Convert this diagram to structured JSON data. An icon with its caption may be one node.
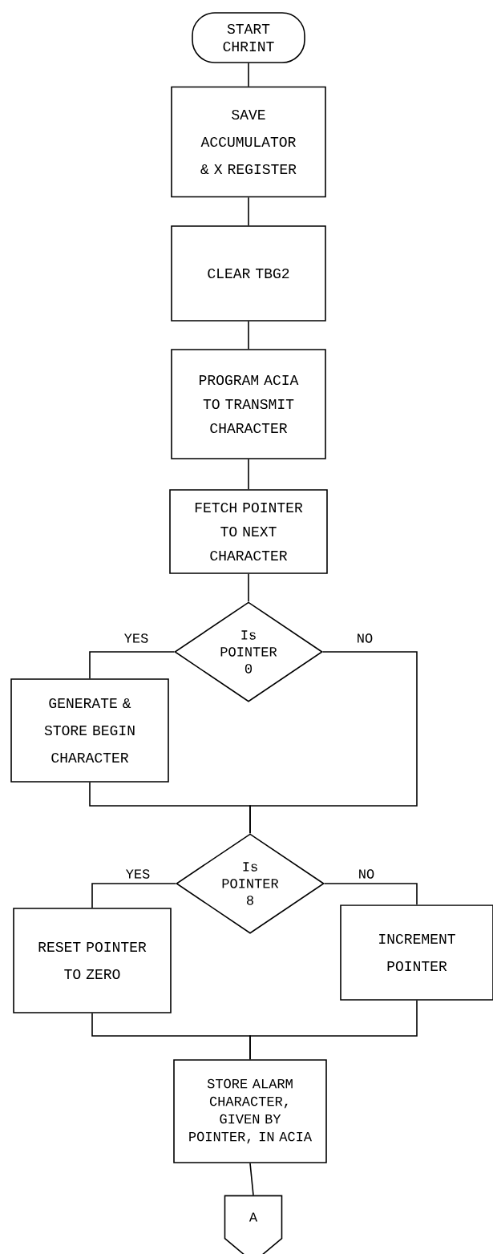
{
  "diagram": {
    "nodes": [
      {
        "text": [
          "START CHRINT"
        ]
      },
      {
        "text": [
          "SAVE ACCUMULATOR & X REGISTER"
        ]
      },
      {
        "text": [
          "CLEAR TBG2"
        ]
      },
      {
        "text": [
          "PROGRAM ACIA TO TRANSMIT CHARACTER"
        ]
      },
      {
        "text": [
          "FETCH POINTER TO NEXT CHARACTER"
        ]
      },
      {
        "text": [
          "Is POINTER 0"
        ]
      },
      {
        "text": [
          "GENERATE & STORE BEGIN CHARACTER"
        ]
      },
      {
        "text": [
          "Is POINTER 8"
        ]
      },
      {
        "text": [
          "RESET POINTER TO ZERO"
        ]
      },
      {
        "text": [
          "INCREMENT POINTER"
        ]
      },
      {
        "text": [
          "STORE ALARM CHARACTER, GIVEN BY POINTER, IN ACIA"
        ]
      },
      {
        "text": [
          "A"
        ]
      }
    ],
    "edges": [
      {
        "from": 0,
        "to": 1,
        "arrow": "none"
      },
      {
        "from": 1,
        "to": 2,
        "arrow": "none"
      },
      {
        "from": 2,
        "to": 3,
        "arrow": "none"
      },
      {
        "from": 3,
        "to": 4,
        "arrow": "none"
      },
      {
        "from": 4,
        "to": 5,
        "arrow": "none"
      },
      {
        "from": 5,
        "to": 6,
        "arrow": "none",
        "label": "YES"
      },
      {
        "from": 6,
        "to": 7,
        "arrow": "none"
      },
      {
        "from": 5,
        "to": 7,
        "arrow": "none",
        "label": "NO"
      },
      {
        "from": 7,
        "to": 8,
        "arrow": "none",
        "label": "YES"
      },
      {
        "from": 7,
        "to": 9,
        "arrow": "none",
        "label": "NO"
      },
      {
        "from": 8,
        "to": 10,
        "arrow": "none"
      },
      {
        "from": 9,
        "to": 10,
        "arrow": "none"
      },
      {
        "from": 10,
        "to": 11,
        "arrow": "none"
      }
    ]
  }
}
